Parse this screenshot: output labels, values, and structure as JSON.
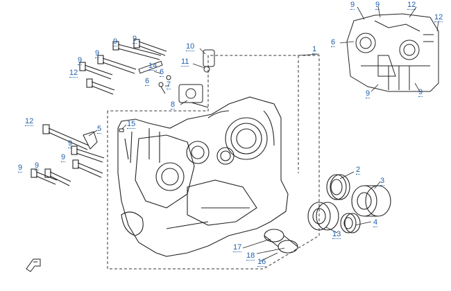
{
  "diagram": {
    "callouts": {
      "c1": "1",
      "c2": "2",
      "c3": "3",
      "c4": "4",
      "c5": "5",
      "c6a": "6",
      "c6b": "6",
      "c6c": "6",
      "c7": "7",
      "c8": "8",
      "c9": "9",
      "c10": "10",
      "c11": "11",
      "c12": "12",
      "c13": "13",
      "c14": "14",
      "c15": "15",
      "c16": "16",
      "c17": "17",
      "c18": "18"
    },
    "colors": {
      "callout": "#1f5fa8",
      "line": "#222222",
      "dash": "#333333"
    },
    "icons": [
      "direction-arrow-icon"
    ]
  }
}
